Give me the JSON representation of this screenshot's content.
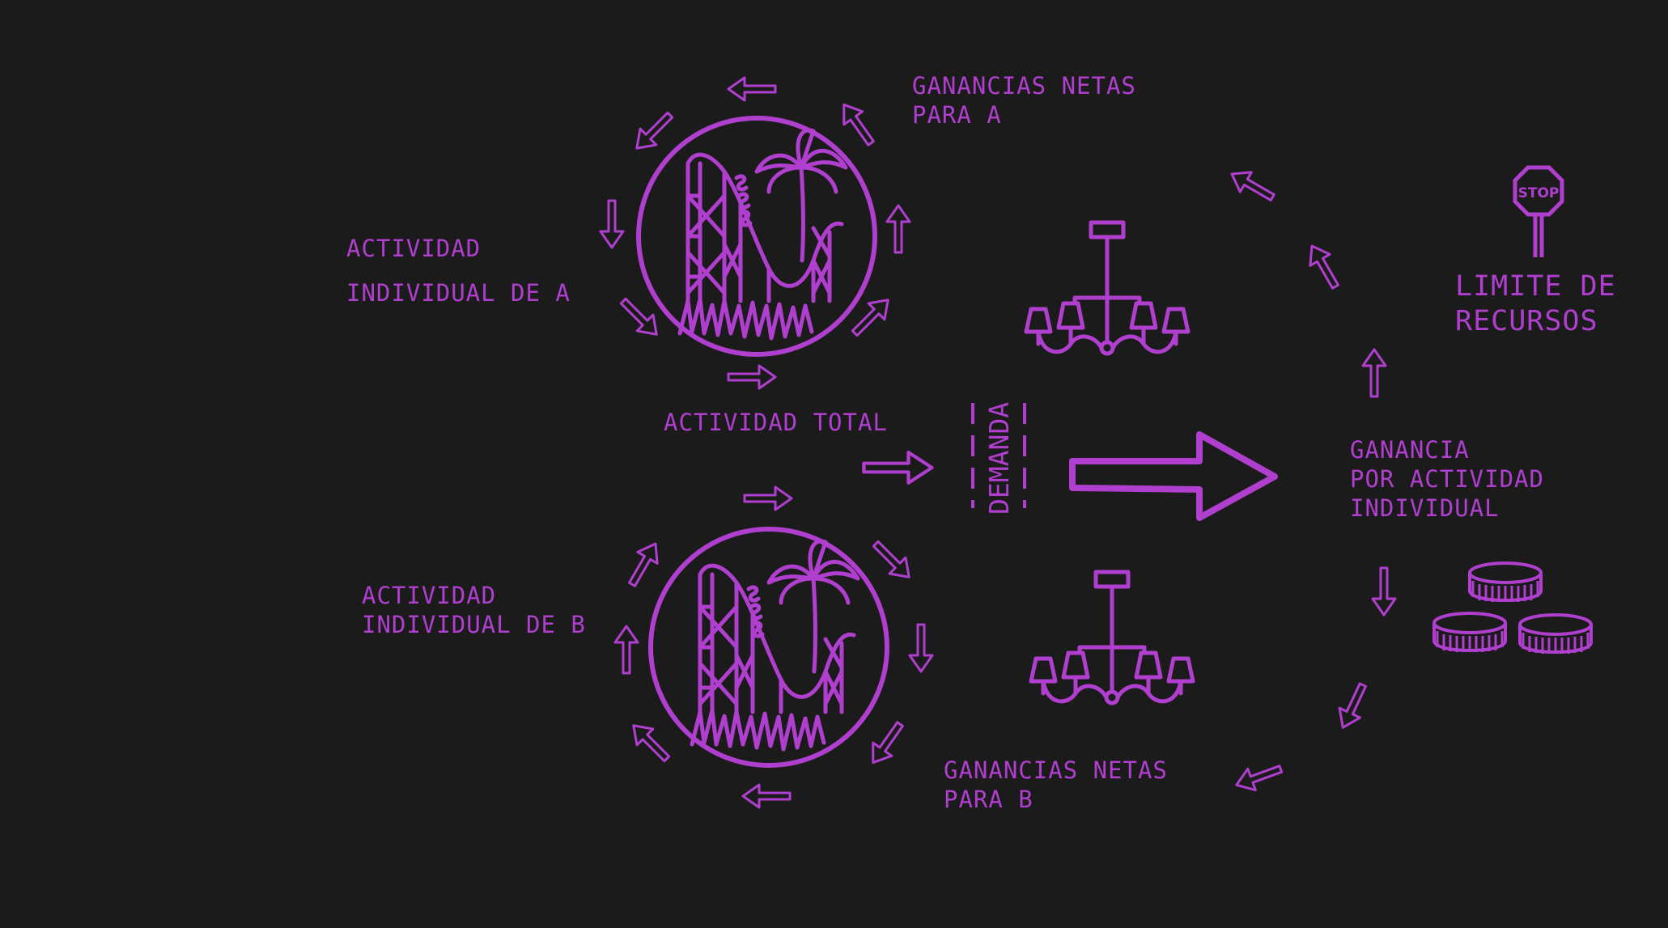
{
  "colors": {
    "background": "#1b1b1b",
    "accent": "#b03fcf"
  },
  "labels": {
    "ganancias_a": [
      "GANANCIAS NETAS",
      "PARA A"
    ],
    "actividad_a": [
      "ACTIVIDAD",
      "INDIVIDUAL DE A"
    ],
    "actividad_total": "ACTIVIDAD TOTAL",
    "demanda": "DEMANDA",
    "actividad_b": [
      "ACTIVIDAD",
      "INDIVIDUAL DE B"
    ],
    "ganancias_b": [
      "GANANCIAS NETAS",
      "PARA B"
    ],
    "ganancia_individual": [
      "GANANCIA",
      "POR ACTIVIDAD",
      "INDIVIDUAL"
    ],
    "limite": [
      "LIMITE DE",
      "RECURSOS"
    ],
    "stop": "STOP"
  },
  "icons": {
    "park_a": "amusement-park-icon",
    "park_b": "amusement-park-icon",
    "chandelier_top": "chandelier-icon",
    "chandelier_bottom": "chandelier-icon",
    "coins": "coins-icon",
    "stop_sign": "stop-sign-icon",
    "big_arrow": "arrow-right-icon"
  }
}
